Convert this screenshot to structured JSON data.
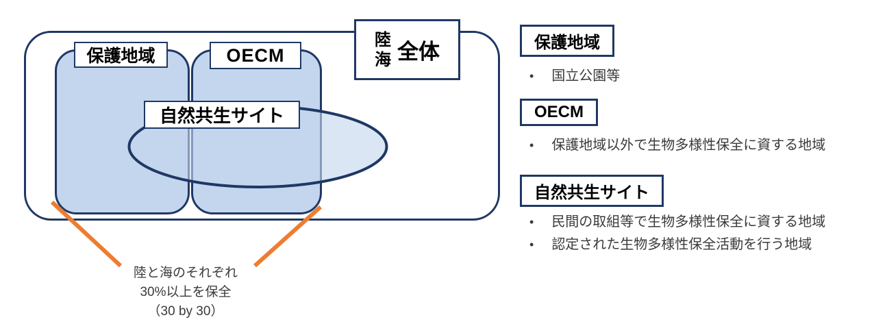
{
  "diagram": {
    "region_labels": {
      "protected_area": "保護地域",
      "oecm": "OECM",
      "nature_site": "自然共生サイト"
    },
    "whole_box": {
      "land": "陸",
      "sea": "海",
      "whole": "全体"
    },
    "annotation": {
      "line1": "陸と海のそれぞれ",
      "line2": "30%以上を保全",
      "line3": "（30 by 30）"
    },
    "colors": {
      "outline_navy": "#1F3864",
      "region_fill": "#C3D6EE",
      "ellipse_fill": "rgba(197,215,238,0.62)",
      "callout_orange": "#ED7D31"
    }
  },
  "legend": {
    "bullet_char": "•",
    "sections": [
      {
        "title": "保護地域",
        "bullets": [
          "国立公園等"
        ]
      },
      {
        "title": "OECM",
        "bullets": [
          "保護地域以外で生物多様性保全に資する地域"
        ]
      },
      {
        "title": "自然共生サイト",
        "bullets": [
          "民間の取組等で生物多様性保全に資する地域",
          "認定された生物多様性保全活動を行う地域"
        ]
      }
    ]
  }
}
